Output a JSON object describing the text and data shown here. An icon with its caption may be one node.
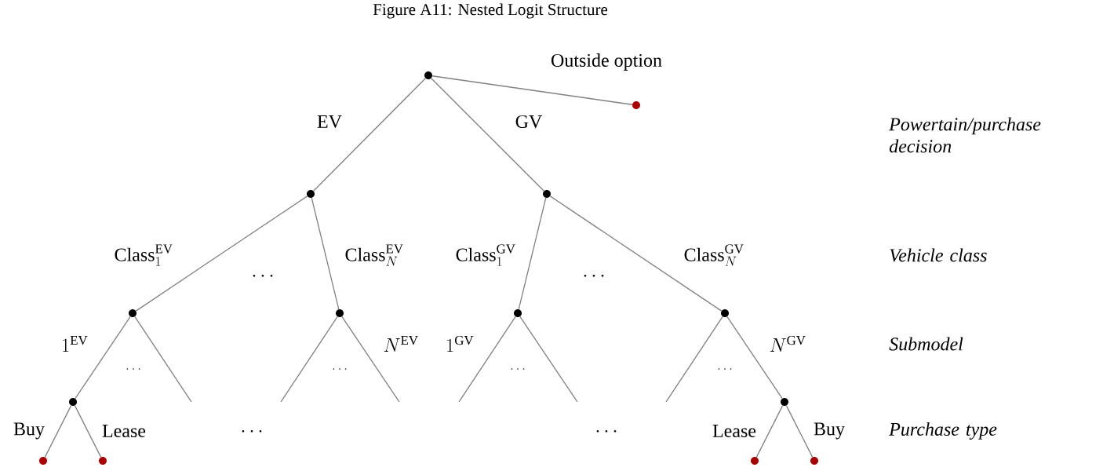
{
  "diagram": {
    "title": "Figure A11: Nested Logit Structure",
    "nodes": [
      {
        "text": [],
        "shape": "circle"
      },
      {
        "text": [],
        "shape": "circle"
      },
      {
        "text": [],
        "shape": "circle"
      },
      {
        "text": [],
        "shape": "circle"
      },
      {
        "text": [],
        "shape": "circle"
      },
      {
        "text": [],
        "shape": "circle"
      },
      {
        "text": [],
        "shape": "circle"
      },
      {
        "text": [],
        "shape": "circle"
      },
      {
        "text": [],
        "shape": "circle"
      },
      {
        "text": [],
        "shape": "circle"
      },
      {
        "text": [],
        "shape": "circle"
      },
      {
        "text": [],
        "shape": "circle"
      },
      {
        "text": [],
        "shape": "circle"
      },
      {
        "text": [],
        "shape": "circle"
      }
    ],
    "edges": [
      {
        "from": 0,
        "to": 1,
        "arrow": "none",
        "label": "Outside option"
      },
      {
        "from": 0,
        "to": 2,
        "arrow": "none",
        "label": "EV"
      },
      {
        "from": 0,
        "to": 3,
        "arrow": "none",
        "label": "GV"
      },
      {
        "from": 2,
        "to": 4,
        "arrow": "none",
        "label": "\\mathrm{Class}_1^{\\mathrm{EV}}"
      },
      {
        "from": 2,
        "to": 5,
        "arrow": "none",
        "label": "\\mathrm{Class}_N^{\\mathrm{EV}}"
      },
      {
        "from": 3,
        "to": 6,
        "arrow": "none",
        "label": "\\mathrm{Class}_1^{\\mathrm{GV}}"
      },
      {
        "from": 3,
        "to": 7,
        "arrow": "none",
        "label": "\\mathrm{Class}_N^{\\mathrm{GV}}"
      },
      {
        "from": 4,
        "to": 8,
        "arrow": "none",
        "label": "1^{\\mathrm{EV}}"
      },
      {
        "from": 4,
        "to": null,
        "arrow": "none"
      },
      {
        "from": 5,
        "to": null,
        "arrow": "none"
      },
      {
        "from": 5,
        "to": null,
        "arrow": "none",
        "label": "N^{\\mathrm{EV}}"
      },
      {
        "from": 6,
        "to": null,
        "arrow": "none",
        "label": "1^{\\mathrm{GV}}"
      },
      {
        "from": 6,
        "to": null,
        "arrow": "none"
      },
      {
        "from": 7,
        "to": null,
        "arrow": "none"
      },
      {
        "from": 7,
        "to": 9,
        "arrow": "none",
        "label": "N^{\\mathrm{GV}}"
      },
      {
        "from": 8,
        "to": 10,
        "arrow": "none",
        "label": "Buy"
      },
      {
        "from": 8,
        "to": 11,
        "arrow": "none",
        "label": "Lease"
      },
      {
        "from": 9,
        "to": 12,
        "arrow": "none",
        "label": "Lease"
      },
      {
        "from": 9,
        "to": 13,
        "arrow": "none",
        "label": "Buy"
      }
    ],
    "labels": [
      "Powertain/purchase decision",
      "\\cdots",
      "\\cdots",
      "Vehicle class",
      "\\ldots",
      "\\ldots",
      "\\ldots",
      "\\ldots",
      "Submodel",
      "\\cdots",
      "\\cdots",
      "Purchase type"
    ]
  }
}
